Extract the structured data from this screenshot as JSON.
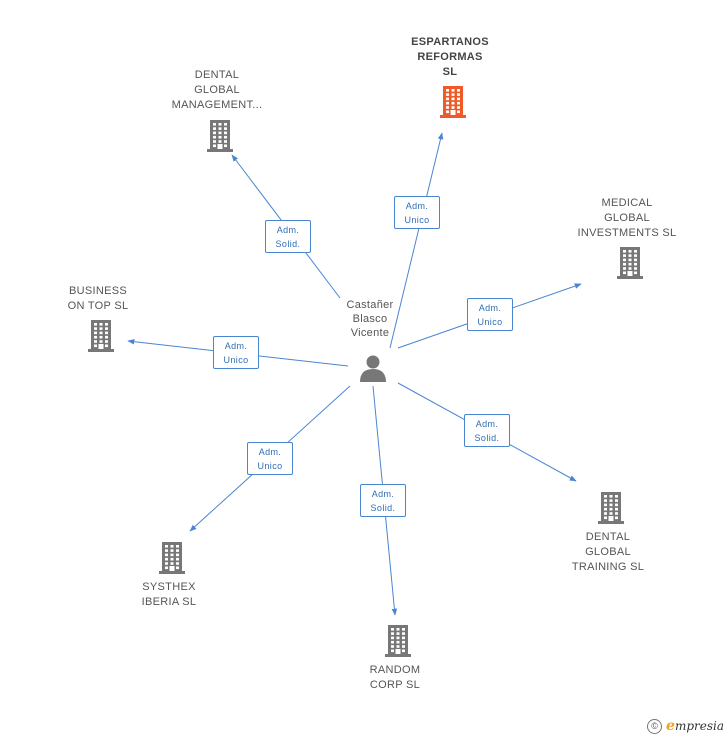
{
  "colors": {
    "company": "#777777",
    "highlight": "#f05a28",
    "edge": "#4a86d0",
    "person": "#777777"
  },
  "center": {
    "name_lines": [
      "Castañer",
      "Blasco",
      "Vicente"
    ],
    "icon": "person-icon"
  },
  "nodes": [
    {
      "id": "espartanos",
      "lines": [
        "ESPARTANOS",
        "REFORMAS",
        "SL"
      ],
      "highlight": true,
      "icon": "building-icon"
    },
    {
      "id": "dental-global-management",
      "lines": [
        "DENTAL",
        "GLOBAL",
        "MANAGEMENT..."
      ],
      "highlight": false,
      "icon": "building-icon"
    },
    {
      "id": "medical-global",
      "lines": [
        "MEDICAL",
        "GLOBAL",
        "INVESTMENTS SL"
      ],
      "highlight": false,
      "icon": "building-icon"
    },
    {
      "id": "business-on-top",
      "lines": [
        "BUSINESS",
        "ON TOP SL"
      ],
      "highlight": false,
      "icon": "building-icon"
    },
    {
      "id": "dental-global-training",
      "lines": [
        "DENTAL",
        "GLOBAL",
        "TRAINING SL"
      ],
      "highlight": false,
      "icon": "building-icon"
    },
    {
      "id": "systhex",
      "lines": [
        "SYSTHEX",
        "IBERIA SL"
      ],
      "highlight": false,
      "icon": "building-icon"
    },
    {
      "id": "random-corp",
      "lines": [
        "RANDOM",
        "CORP SL"
      ],
      "highlight": false,
      "icon": "building-icon"
    }
  ],
  "edges": [
    {
      "to": "espartanos",
      "lines": [
        "Adm.",
        "Unico"
      ]
    },
    {
      "to": "dental-global-management",
      "lines": [
        "Adm.",
        "Solid."
      ]
    },
    {
      "to": "medical-global",
      "lines": [
        "Adm.",
        "Unico"
      ]
    },
    {
      "to": "business-on-top",
      "lines": [
        "Adm.",
        "Unico"
      ]
    },
    {
      "to": "dental-global-training",
      "lines": [
        "Adm.",
        "Solid."
      ]
    },
    {
      "to": "systhex",
      "lines": [
        "Adm.",
        "Unico"
      ]
    },
    {
      "to": "random-corp",
      "lines": [
        "Adm.",
        "Solid."
      ]
    }
  ],
  "footer": {
    "copyright_symbol": "©",
    "brand_initial": "e",
    "brand_rest": "mpresia"
  }
}
